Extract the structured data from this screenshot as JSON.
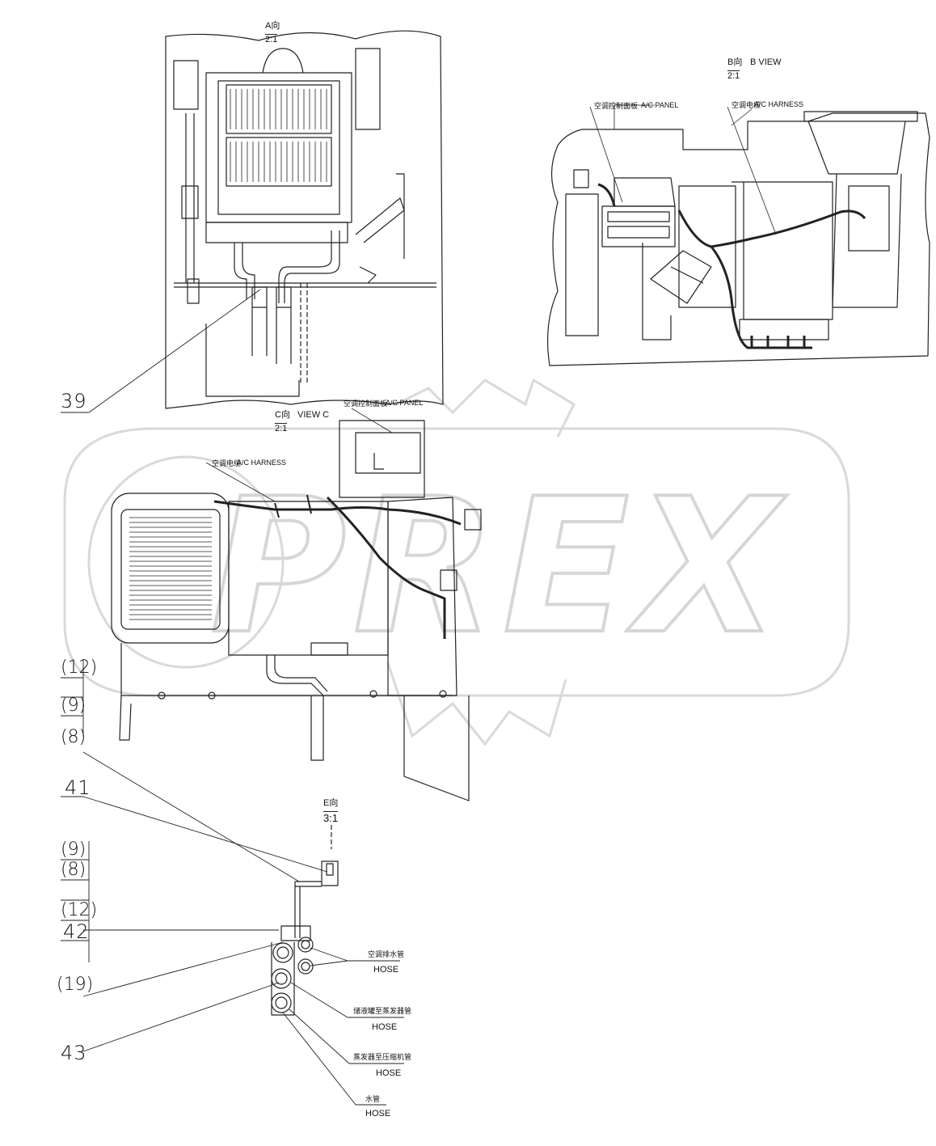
{
  "views": {
    "a": {
      "title": "A向",
      "scale": "2:1"
    },
    "b": {
      "title": "B向",
      "scale": "2:1",
      "english": "B VIEW",
      "panel_cn": "空调控制面板",
      "panel_en": "A/C PANEL",
      "harness_cn": "空调电缆",
      "harness_en": "A/C HARNESS"
    },
    "c": {
      "title": "C向",
      "scale": "2:1",
      "english": "VIEW C",
      "panel_cn": "空调控制面板",
      "panel_en": "A/C PANEL",
      "harness_cn": "空调电缆",
      "harness_en": "A/C HARNESS"
    },
    "e": {
      "title": "E向",
      "scale": "3:1"
    }
  },
  "part_labels": {
    "p39": "39",
    "p12a": "(12)",
    "p9a": "(9)",
    "p8a": "(8)",
    "p41": "41",
    "p9b": "(9)",
    "p8b": "(8)",
    "p12b": "(12)",
    "p42": "42",
    "p19": "(19)",
    "p43": "43"
  },
  "hoses": [
    {
      "cn": "空调排水管",
      "en": "HOSE"
    },
    {
      "cn": "储液罐至蒸发器管",
      "en": "HOSE"
    },
    {
      "cn": "蒸发器至压缩机管",
      "en": "HOSE"
    },
    {
      "cn": "水管",
      "en": "HOSE"
    }
  ],
  "watermark": {
    "text": "PREX"
  }
}
